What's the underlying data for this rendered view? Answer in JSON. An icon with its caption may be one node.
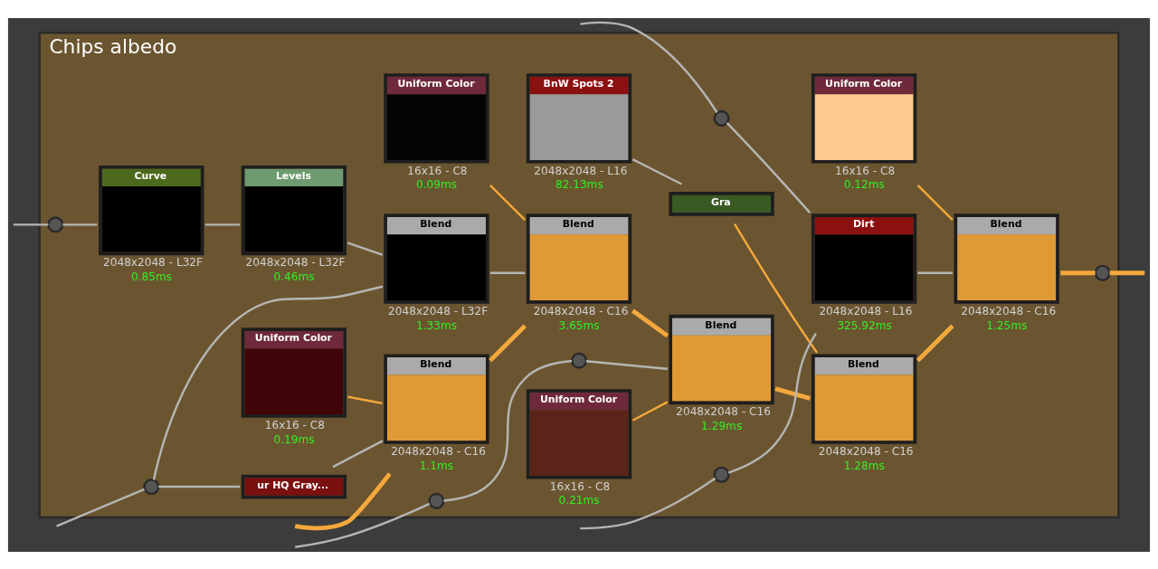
{
  "diagram": {
    "nodes": [
      {
        "text": [
          "Chips albedo"
        ]
      },
      {
        "text": [
          "Uniform Color"
        ],
        "beside": [
          "16x16 - C8",
          "0.19ms"
        ],
        "in": 0
      },
      {
        "text": [
          "Uniform Color"
        ],
        "beside": [
          "16x16 - C8",
          "0.09ms"
        ],
        "in": 0
      },
      {
        "text": [
          "Uniform Color"
        ],
        "beside": [
          "16x16 - C8",
          "0.21ms"
        ],
        "in": 0
      },
      {
        "text": [
          "BnW Spots 2"
        ],
        "beside": [
          "2048x2048 - L16",
          "82.13ms"
        ],
        "in": 0
      },
      {
        "text": [
          "Uniform Color"
        ],
        "beside": [
          "16x16 - C8",
          "0.12ms"
        ],
        "in": 0
      },
      {
        "text": [
          "ur HQ Gray..."
        ],
        "in": 0
      },
      {
        "text": [
          "Blend"
        ],
        "beside": [
          "2048x2048 - C16",
          "1.1ms"
        ],
        "in": 0
      },
      {
        "text": [
          "Blend"
        ],
        "beside": [
          "2048x2048 - C16",
          "3.65ms"
        ],
        "in": 0
      },
      {
        "text": [
          "Blend"
        ],
        "beside": [
          "2048x2048 - C16",
          "1.29ms"
        ],
        "in": 0
      },
      {
        "text": [
          "Gra"
        ],
        "in": 0
      },
      {
        "text": [
          "Blend"
        ],
        "beside": [
          "2048x2048 - C16",
          "1.28ms"
        ],
        "in": 0
      },
      {
        "text": [
          "Blend"
        ],
        "beside": [
          "2048x2048 - C16",
          "1.25ms"
        ],
        "in": 0
      },
      {
        "text": [
          "Blend"
        ],
        "beside": [
          "2048x2048 - L32F",
          "1.33ms"
        ],
        "in": 0
      },
      {
        "text": [
          "Curve"
        ],
        "beside": [
          "2048x2048 - L32F",
          "0.85ms"
        ],
        "in": 0
      },
      {
        "text": [
          "Levels"
        ],
        "beside": [
          "2048x2048 - L32F",
          "0.46ms"
        ],
        "in": 0
      },
      {
        "text": [
          "Dirt"
        ],
        "beside": [
          "2048x2048 - L16",
          "325.92ms"
        ],
        "in": 0
      },
      {
        "text": [],
        "shape": "circle",
        "in": 0
      },
      {
        "text": [],
        "shape": "circle",
        "in": 0
      },
      {
        "text": [],
        "shape": "circle",
        "in": 0
      },
      {
        "text": [],
        "shape": "circle",
        "in": 0
      },
      {
        "text": [],
        "shape": "circle",
        "in": 0
      },
      {
        "text": [],
        "shape": "circle",
        "in": 0
      },
      {
        "text": [],
        "shape": "circle",
        "in": 0
      }
    ],
    "edges": [
      {
        "from": null,
        "to": 7,
        "arrow": "none",
        "style": "thick",
        "color": "#f5a83c"
      },
      {
        "from": 1,
        "to": 7,
        "arrow": "none",
        "color": "#f5a83c"
      },
      {
        "from": null,
        "to": 17,
        "arrow": "none"
      },
      {
        "from": 17,
        "to": 6,
        "arrow": "none"
      },
      {
        "from": 6,
        "to": 7,
        "arrow": "none"
      },
      {
        "from": 17,
        "to": 13,
        "arrow": "none"
      },
      {
        "from": 7,
        "to": 8,
        "arrow": "none",
        "style": "thick",
        "color": "#f5a83c"
      },
      {
        "from": 2,
        "to": 8,
        "arrow": "none",
        "color": "#f5a83c"
      },
      {
        "from": 13,
        "to": 8,
        "arrow": "none"
      },
      {
        "from": 8,
        "to": 9,
        "arrow": "none",
        "style": "thick",
        "color": "#f5a83c"
      },
      {
        "from": 3,
        "to": 9,
        "arrow": "none",
        "color": "#f5a83c"
      },
      {
        "from": 20,
        "to": 9,
        "arrow": "none"
      },
      {
        "from": 4,
        "to": 10,
        "arrow": "none"
      },
      {
        "from": 9,
        "to": 11,
        "arrow": "none",
        "style": "thick",
        "color": "#f5a83c"
      },
      {
        "from": 10,
        "to": 11,
        "arrow": "none",
        "color": "#f5a83c"
      },
      {
        "from": 11,
        "to": 12,
        "arrow": "none",
        "style": "thick",
        "color": "#f5a83c"
      },
      {
        "from": 5,
        "to": 12,
        "arrow": "none",
        "color": "#f5a83c"
      },
      {
        "from": 16,
        "to": 12,
        "arrow": "none"
      },
      {
        "from": 12,
        "to": 21,
        "arrow": "none",
        "style": "thick",
        "color": "#f5a83c"
      },
      {
        "from": 21,
        "to": null,
        "arrow": "none",
        "style": "thick",
        "color": "#f5a83c"
      },
      {
        "from": null,
        "to": 18,
        "arrow": "none"
      },
      {
        "from": 18,
        "to": 14,
        "arrow": "none"
      },
      {
        "from": 14,
        "to": 15,
        "arrow": "none"
      },
      {
        "from": 15,
        "to": 13,
        "arrow": "none"
      },
      {
        "from": null,
        "to": 19,
        "arrow": "none"
      },
      {
        "from": 19,
        "to": 20,
        "arrow": "none"
      },
      {
        "from": null,
        "to": 22,
        "arrow": "none"
      },
      {
        "from": 22,
        "to": 16,
        "arrow": "none"
      },
      {
        "from": null,
        "to": 23,
        "arrow": "none"
      },
      {
        "from": 23,
        "to": 16,
        "arrow": "none"
      }
    ]
  }
}
